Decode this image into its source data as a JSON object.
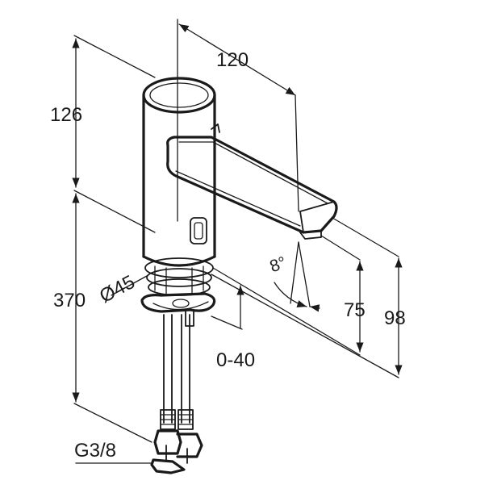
{
  "dimensions": {
    "height_top": "126",
    "height_total": "370",
    "spout_reach": "120",
    "body_diameter": "Ø45",
    "spout_height": "75",
    "outlet_height": "98",
    "mounting_range": "0-40",
    "connection_thread": "G3/8",
    "spout_angle": "8°"
  }
}
